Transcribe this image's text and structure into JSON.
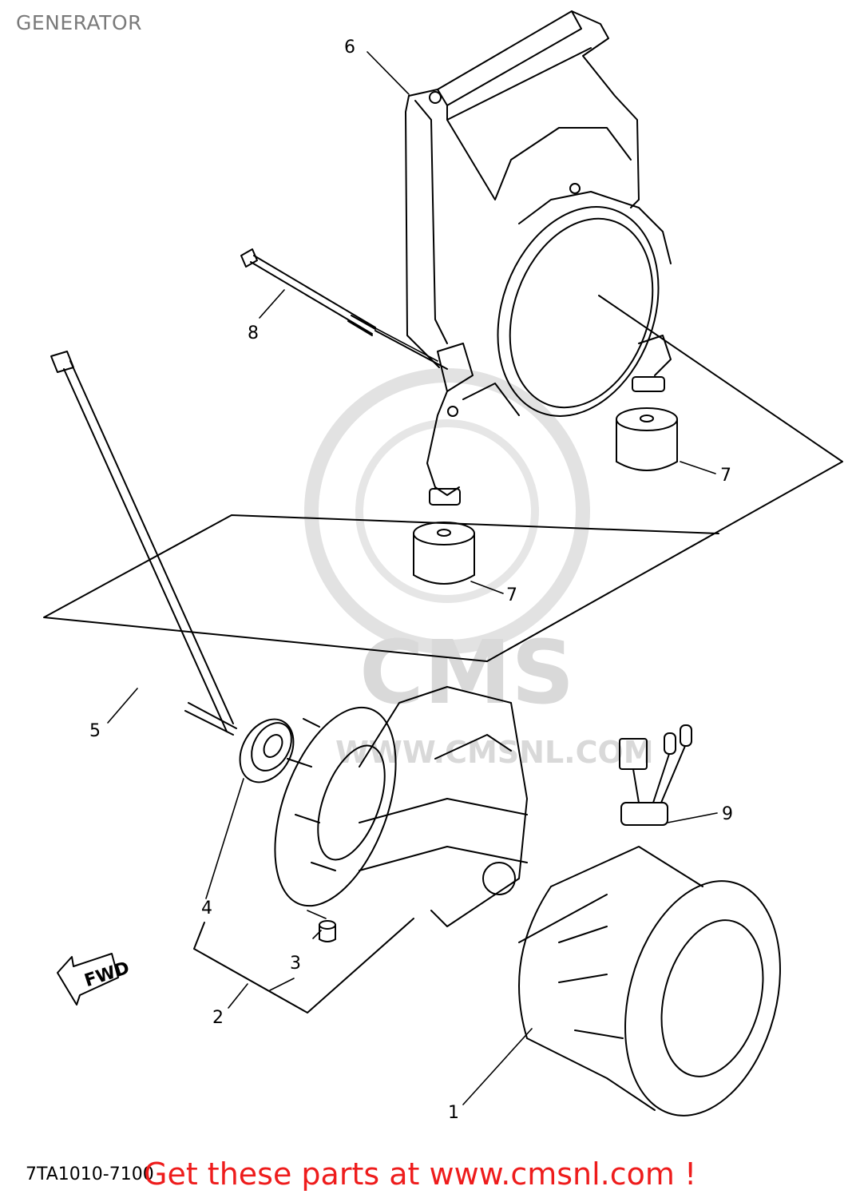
{
  "header": {
    "title": "GENERATOR"
  },
  "footer": {
    "diagram_code": "7TA1010-7100",
    "promo_text": "Get these parts at www.cmsnl.com !"
  },
  "watermark": {
    "text": "CMS",
    "url_text": "WWW.CMSNL.COM"
  },
  "direction_marker": {
    "text": "FWD"
  },
  "callouts": [
    "1",
    "2",
    "3",
    "4",
    "5",
    "6",
    "7",
    "7",
    "8",
    "9"
  ],
  "colors": {
    "promo": "#ee1c1c",
    "title": "#7a7a7a",
    "line": "#000000",
    "watermark": "#d9d9d9"
  },
  "icons": {
    "watermark": "cms-logo-watermark",
    "direction": "fwd-arrow-icon"
  }
}
